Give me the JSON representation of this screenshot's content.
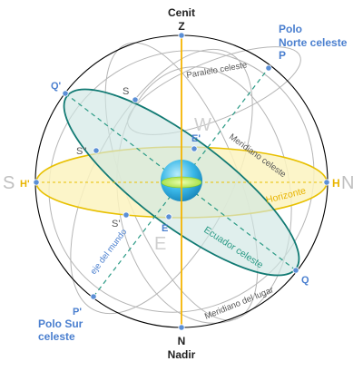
{
  "labels": {
    "cenit": "Cenit",
    "z": "Z",
    "polo_norte_1": "Polo",
    "polo_norte_2": "Norte celeste",
    "p": "P",
    "q_prime": "Q'",
    "s_point": "S",
    "paralelo": "Paralelo celeste",
    "w_big": "W",
    "e_prime": "E'",
    "meridiano_celeste": "Meridiano celeste",
    "s_double": "S''",
    "s_big": "S",
    "h_prime": "H'",
    "h": "H",
    "n_big": "N",
    "horizonte": "Horizonte",
    "s_prime": "S'",
    "e_point": "E",
    "e_big": "E",
    "eje_mundo": "eje del mundo",
    "ecuador": "Ecuador celeste",
    "q": "Q",
    "p_prime": "P'",
    "polo_sur_1": "Polo Sur",
    "polo_sur_2": "celeste",
    "meridiano_lugar": "Meridiano del lugar",
    "n": "N",
    "nadir": "Nadir"
  },
  "colors": {
    "sphere_outline": "#000000",
    "vertical_axis": "#f5b400",
    "horizon_fill": "#fbf3bf",
    "horizon_stroke": "#e8c000",
    "equator_fill": "#cfe7e4",
    "equator_stroke": "#117a73",
    "axis_dashed": "#2a9a85",
    "point_blue": "#5b8fd6",
    "label_blue": "#4a7fcf",
    "label_gold": "#e8b400",
    "label_gray": "#c0c0c0",
    "guide_gray": "#b5b5b5",
    "earth": "#3ab8e8"
  }
}
